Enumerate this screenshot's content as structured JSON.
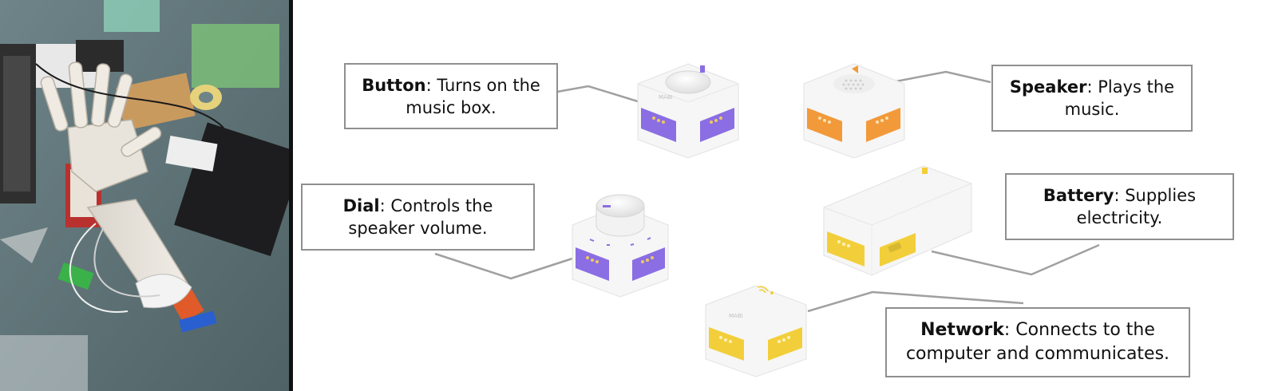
{
  "callouts": {
    "button": {
      "name": "Button",
      "text": ": Turns on the music box."
    },
    "speaker": {
      "name": "Speaker",
      "text": ": Plays the music."
    },
    "dial": {
      "name": "Dial",
      "text": ": Controls the speaker volume."
    },
    "battery": {
      "name": "Battery",
      "text": ": Supplies electricity."
    },
    "network": {
      "name": "Network",
      "text": ": Connects to the computer and communicates."
    }
  },
  "module_logo": "MABI",
  "colors": {
    "purple": "#8b6ee3",
    "orange": "#f29a3a",
    "yellow": "#f2cf3a",
    "line": "#a0a0a0",
    "box_border": "#8f8f8f"
  }
}
